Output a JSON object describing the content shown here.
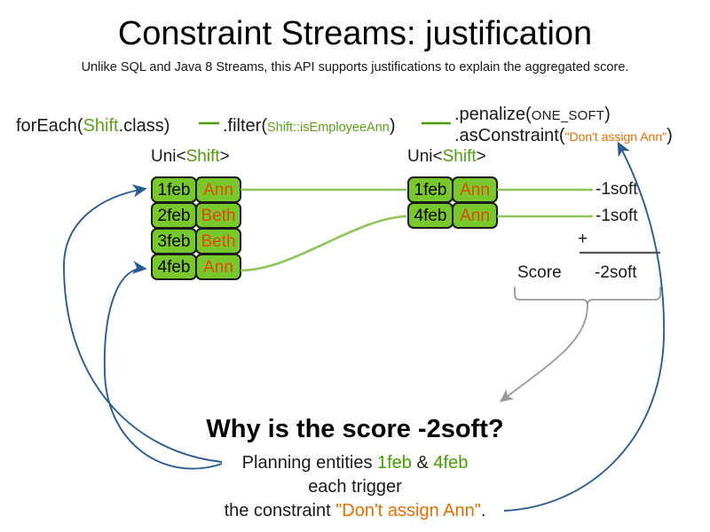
{
  "header": {
    "title": "Constraint Streams: justification",
    "subtitle": "Unlike SQL and Java 8 Streams, this API supports justifications to explain the aggregated score."
  },
  "pipeline": {
    "foreach": {
      "prefix": "forEach(",
      "type": "Shift",
      "suffix": ".class)"
    },
    "filter": {
      "prefix": ".filter(",
      "method_ref": "Shift::isEmployeeAnn",
      "suffix": ")"
    },
    "penalize": {
      "prefix": ".penalize(",
      "level": "ONE_SOFT",
      "suffix": ")"
    },
    "as_constraint": {
      "prefix": ".asConstraint(",
      "constraint_name": "\"Don't assign Ann\"",
      "suffix": ")"
    }
  },
  "streams": {
    "left": {
      "label_prefix": "Uni<",
      "label_type": "Shift",
      "label_suffix": ">",
      "rows": [
        {
          "date": "1feb",
          "employee": "Ann"
        },
        {
          "date": "2feb",
          "employee": "Beth"
        },
        {
          "date": "3feb",
          "employee": "Beth"
        },
        {
          "date": "4feb",
          "employee": "Ann"
        }
      ]
    },
    "right": {
      "label_prefix": "Uni<",
      "label_type": "Shift",
      "label_suffix": ">",
      "rows": [
        {
          "date": "1feb",
          "employee": "Ann"
        },
        {
          "date": "4feb",
          "employee": "Ann"
        }
      ]
    }
  },
  "score": {
    "penalties": [
      "-1soft",
      "-1soft"
    ],
    "operator": "+",
    "label": "Score",
    "total": "-2soft"
  },
  "explanation": {
    "heading": "Why is the score -2soft?",
    "line1_prefix": "Planning entities ",
    "line1_entity_a": "1feb",
    "line1_amp": " & ",
    "line1_entity_b": "4feb",
    "line2": "each trigger",
    "line3_prefix": "the constraint ",
    "line3_constraint": "\"Don't assign Ann\"",
    "line3_suffix": "."
  },
  "colors": {
    "entity_green": "#79c82b",
    "type_green": "#5aa316",
    "name_orange": "#e04a10",
    "string_orange": "#e07000",
    "arrow_blue": "#2a5c94",
    "brace_gray": "#999999",
    "connector_green": "#8cc45a"
  }
}
